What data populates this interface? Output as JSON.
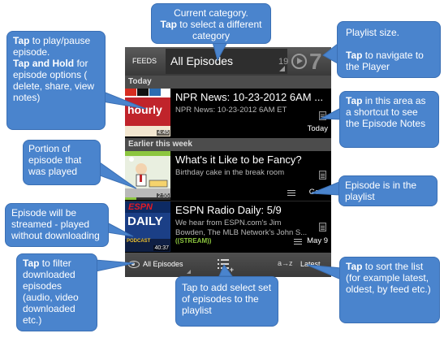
{
  "top_bar": {
    "feeds_label": "FEEDS",
    "category": "All Episodes",
    "category_count": "19",
    "playlist_size": "7"
  },
  "sections": [
    {
      "label": "Today"
    },
    {
      "label": "Earlier this week"
    }
  ],
  "episodes": [
    {
      "title": "NPR News: 10-23-2012 6AM ...",
      "description": "NPR News: 10-23-2012 6AM ET",
      "duration": "4:45",
      "date": "Today",
      "thumb_text": "hourly"
    },
    {
      "title": "What's it Like to be Fancy?",
      "description": "Birthday cake in the break room",
      "duration": "2:55",
      "date": "Gone",
      "played_fraction": 0.25
    },
    {
      "title": "ESPN Radio Daily: 5/9",
      "description": "We hear from ESPN.com's Jim Bowden, The MLB Network's John S...",
      "duration": "40:37",
      "date": "May 9",
      "stream_label": "STREAM",
      "thumb_top": "ESPN",
      "thumb_mid": "DAILY",
      "thumb_bottom": "PODCAST"
    }
  ],
  "bottom_bar": {
    "filter_label": "All Episodes",
    "sort_icon_text": "a→z",
    "sort_label": "Latest"
  },
  "callouts": {
    "current_category": {
      "line1": "Current category.",
      "tap": "Tap",
      "line2": " to select a different category"
    },
    "playlist_size": {
      "line1": "Playlist size.",
      "tap": "Tap",
      "line2": " to navigate to the Player"
    },
    "tap_play": {
      "tap": "Tap",
      "text1": " to play/pause episode.",
      "hold": "Tap and Hold",
      "text2": " for episode options ( delete, share, view notes)"
    },
    "notes_shortcut": {
      "tap": "Tap",
      "text": " in this area as a shortcut to see the Episode Notes"
    },
    "portion_played": {
      "text": "Portion of episode that was played"
    },
    "in_playlist": {
      "text": "Episode is in the playlist"
    },
    "streamed": {
      "text": "Episode will be streamed - played without downloading"
    },
    "filter": {
      "tap": "Tap",
      "text": " to filter downloaded episodes (audio, video downloaded etc.)"
    },
    "add_playlist": {
      "text": "Tap to add select set of episodes to the playlist"
    },
    "sort": {
      "tap": "Tap",
      "text": " to sort the list (for example latest, oldest, by feed etc.)"
    }
  },
  "colors": {
    "callout_bg": "#4a84cd",
    "progress_green": "#8cc63f",
    "stream_green": "#8cc63f",
    "bar_gray": "#4c4c4c"
  },
  "icons": {
    "player": "play-circle-icon",
    "notes": "notes-icon",
    "playlist": "playlist-icon",
    "filter": "eye-icon",
    "add": "add-to-playlist-icon",
    "sort": "sort-icon"
  }
}
